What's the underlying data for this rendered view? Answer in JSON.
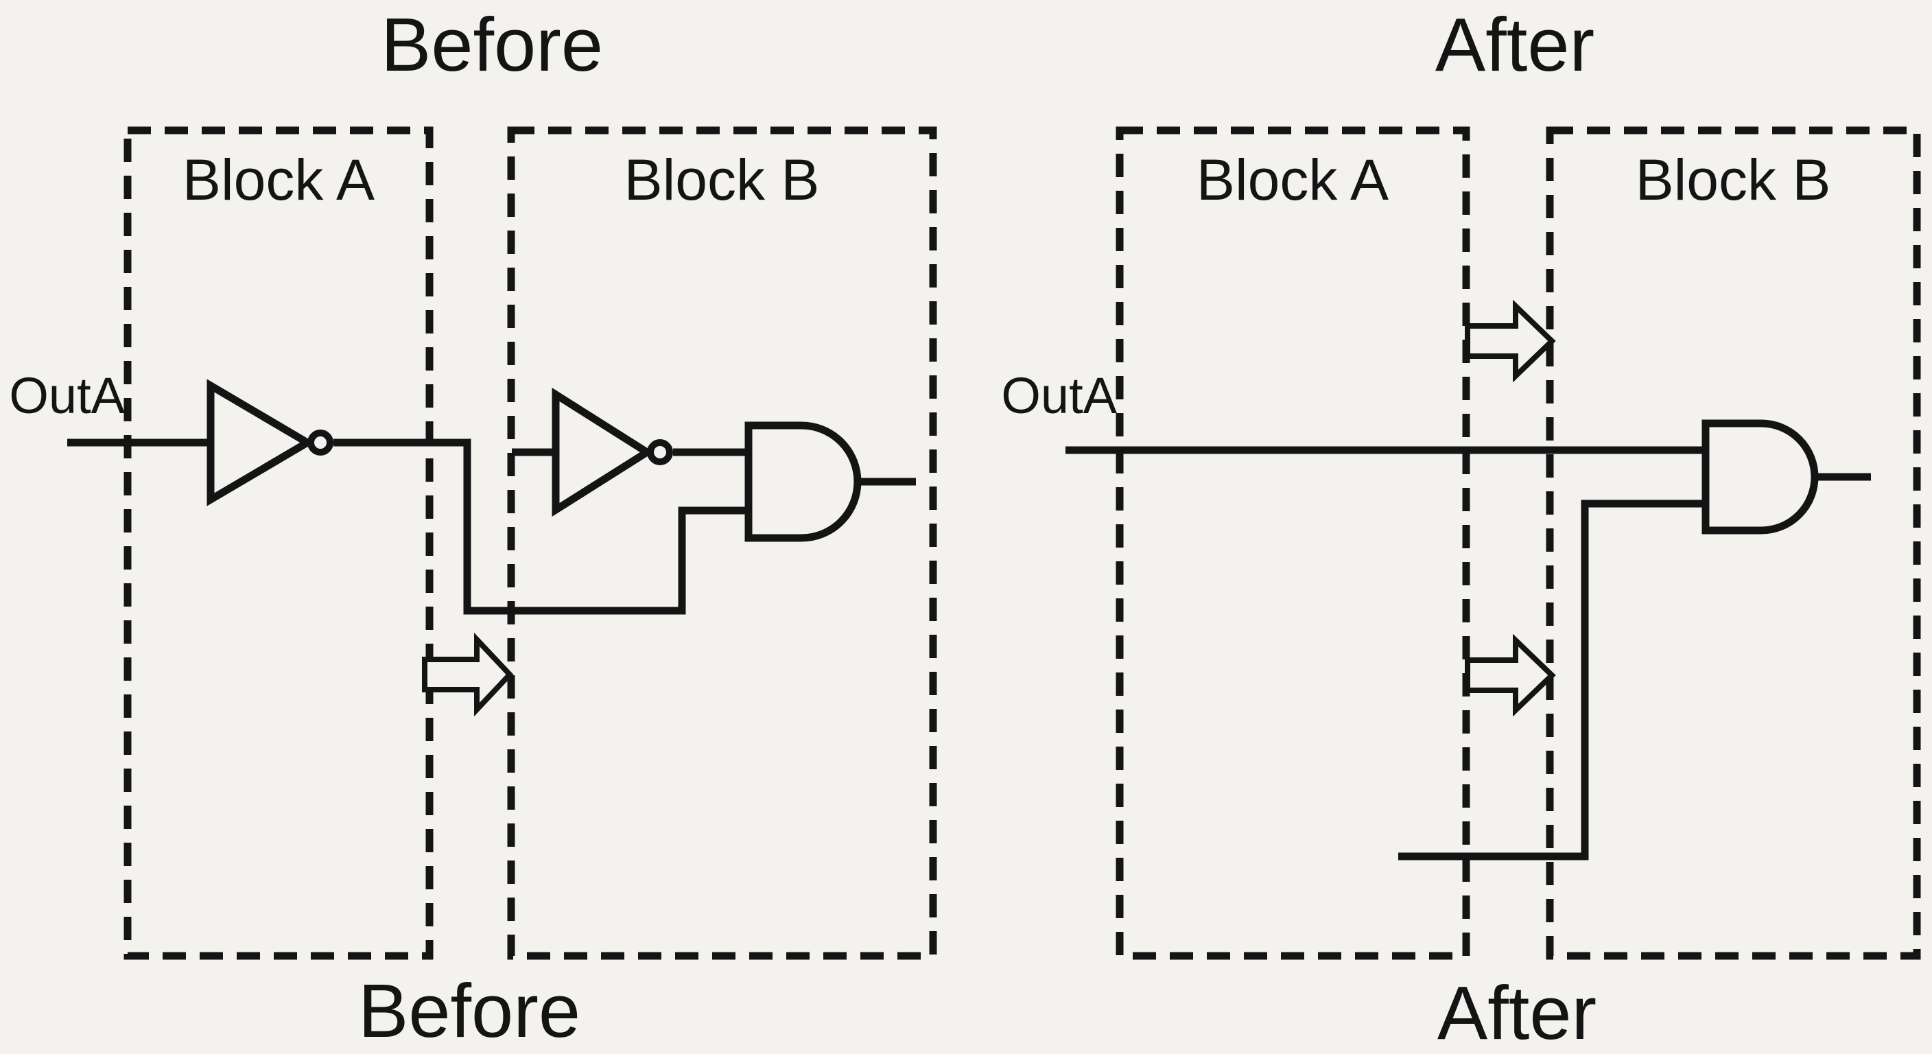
{
  "figure": {
    "background_color": "#f3f2ef",
    "ink_color": "#141414",
    "description": "Logic retiming comparison: inverter logic absorbed across block boundary",
    "panels": [
      {
        "id": "before",
        "top_title": "Before",
        "bottom_caption": "Before",
        "signal_label": "OutA",
        "blocks": [
          {
            "label": "Block A",
            "contents": [
              "inverter"
            ]
          },
          {
            "label": "Block B",
            "contents": [
              "inverter",
              "and-gate"
            ]
          }
        ],
        "boundary_arrow_count": 1
      },
      {
        "id": "after",
        "top_title": "After",
        "bottom_caption": "After",
        "signal_label": "OutA",
        "blocks": [
          {
            "label": "Block A",
            "contents": []
          },
          {
            "label": "Block B",
            "contents": [
              "and-gate"
            ]
          }
        ],
        "boundary_arrow_count": 2
      }
    ]
  }
}
